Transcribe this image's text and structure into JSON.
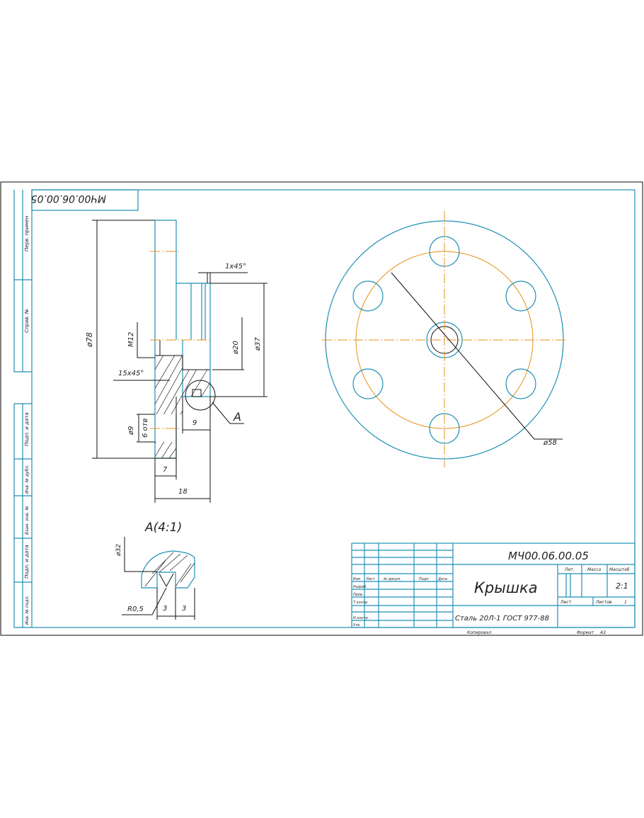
{
  "stamp_rotated": "МЧ00.06.00.05",
  "side_labels": [
    "Перв. примен",
    "Справ. №",
    "Подп. и дата",
    "Инв. № дубл.",
    "Взам. инв. №",
    "Подп. и дата",
    "Инв. № подл."
  ],
  "dims": {
    "d78": "ø78",
    "m12": "M12",
    "chamfer15": "15x45°",
    "d9": "ø9",
    "holes": "6 отв",
    "d20": "ø20",
    "d37": "ø37",
    "chamfer1": "1x45°",
    "w9": "9",
    "w7": "7",
    "w18": "18",
    "leaderA": "A",
    "d58": "ø58"
  },
  "detail": {
    "title": "A(4:1)",
    "d32": "ø32",
    "r": "R0,5",
    "w3a": "3",
    "w3b": "3"
  },
  "title_block": {
    "designation": "МЧ00.06.00.05",
    "name": "Крышка",
    "material": "Сталь 20Л-1 ГОСТ 977-88",
    "headers": [
      "Изм",
      "Лист",
      "№ докум.",
      "Подп.",
      "Дата"
    ],
    "rows": [
      "Разраб.",
      "Пров.",
      "Т.контр.",
      "Н.контр.",
      "Утв."
    ],
    "lit": "Лит.",
    "mass": "Масса",
    "scale_label": "Масштаб",
    "scale": "2:1",
    "sheet": "Лист",
    "sheets": "Листов",
    "sheets_count": "1"
  },
  "footer": {
    "copied": "Копировал",
    "format_label": "Формат",
    "format": "А3"
  }
}
